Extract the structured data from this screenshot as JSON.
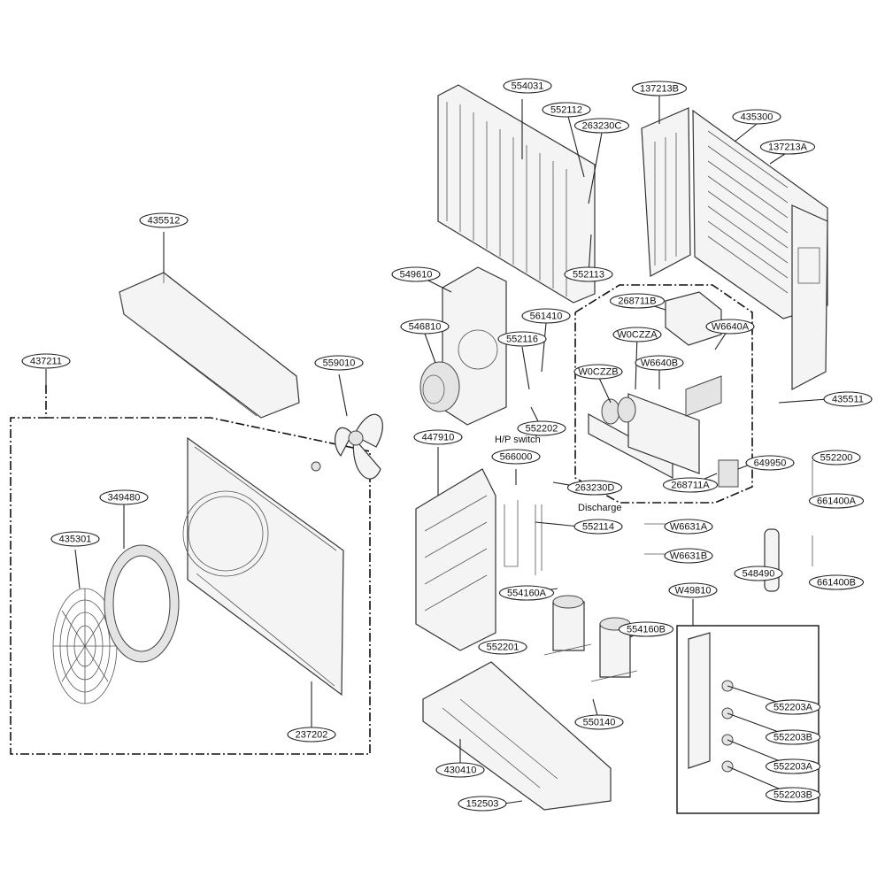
{
  "callouts": [
    {
      "id": "554031"
    },
    {
      "id": "552112"
    },
    {
      "id": "263230C"
    },
    {
      "id": "137213B"
    },
    {
      "id": "435300"
    },
    {
      "id": "137213A"
    },
    {
      "id": "552113"
    },
    {
      "id": "435512"
    },
    {
      "id": "549610"
    },
    {
      "id": "546810"
    },
    {
      "id": "561410"
    },
    {
      "id": "552116"
    },
    {
      "id": "268711B"
    },
    {
      "id": "W0CZZA"
    },
    {
      "id": "W6640A"
    },
    {
      "id": "W0CZZB"
    },
    {
      "id": "W6640B"
    },
    {
      "id": "437211"
    },
    {
      "id": "559010"
    },
    {
      "id": "552202"
    },
    {
      "id": "435511"
    },
    {
      "id": "447910"
    },
    {
      "id": "566000"
    },
    {
      "id": "649950"
    },
    {
      "id": "552200"
    },
    {
      "id": "349480"
    },
    {
      "id": "263230D"
    },
    {
      "id": "268711A"
    },
    {
      "id": "661400A"
    },
    {
      "id": "435301"
    },
    {
      "id": "552114"
    },
    {
      "id": "W6631A"
    },
    {
      "id": "W6631B"
    },
    {
      "id": "548490"
    },
    {
      "id": "661400B"
    },
    {
      "id": "W49810"
    },
    {
      "id": "554160A"
    },
    {
      "id": "554160B"
    },
    {
      "id": "552201"
    },
    {
      "id": "552203A"
    },
    {
      "id": "552203B"
    },
    {
      "id": "550140"
    },
    {
      "id": "237202"
    },
    {
      "id": "552203A"
    },
    {
      "id": "430410"
    },
    {
      "id": "552203B"
    },
    {
      "id": "152503"
    }
  ],
  "notes": {
    "hp_switch": "H/P switch",
    "discharge": "Discharge"
  }
}
